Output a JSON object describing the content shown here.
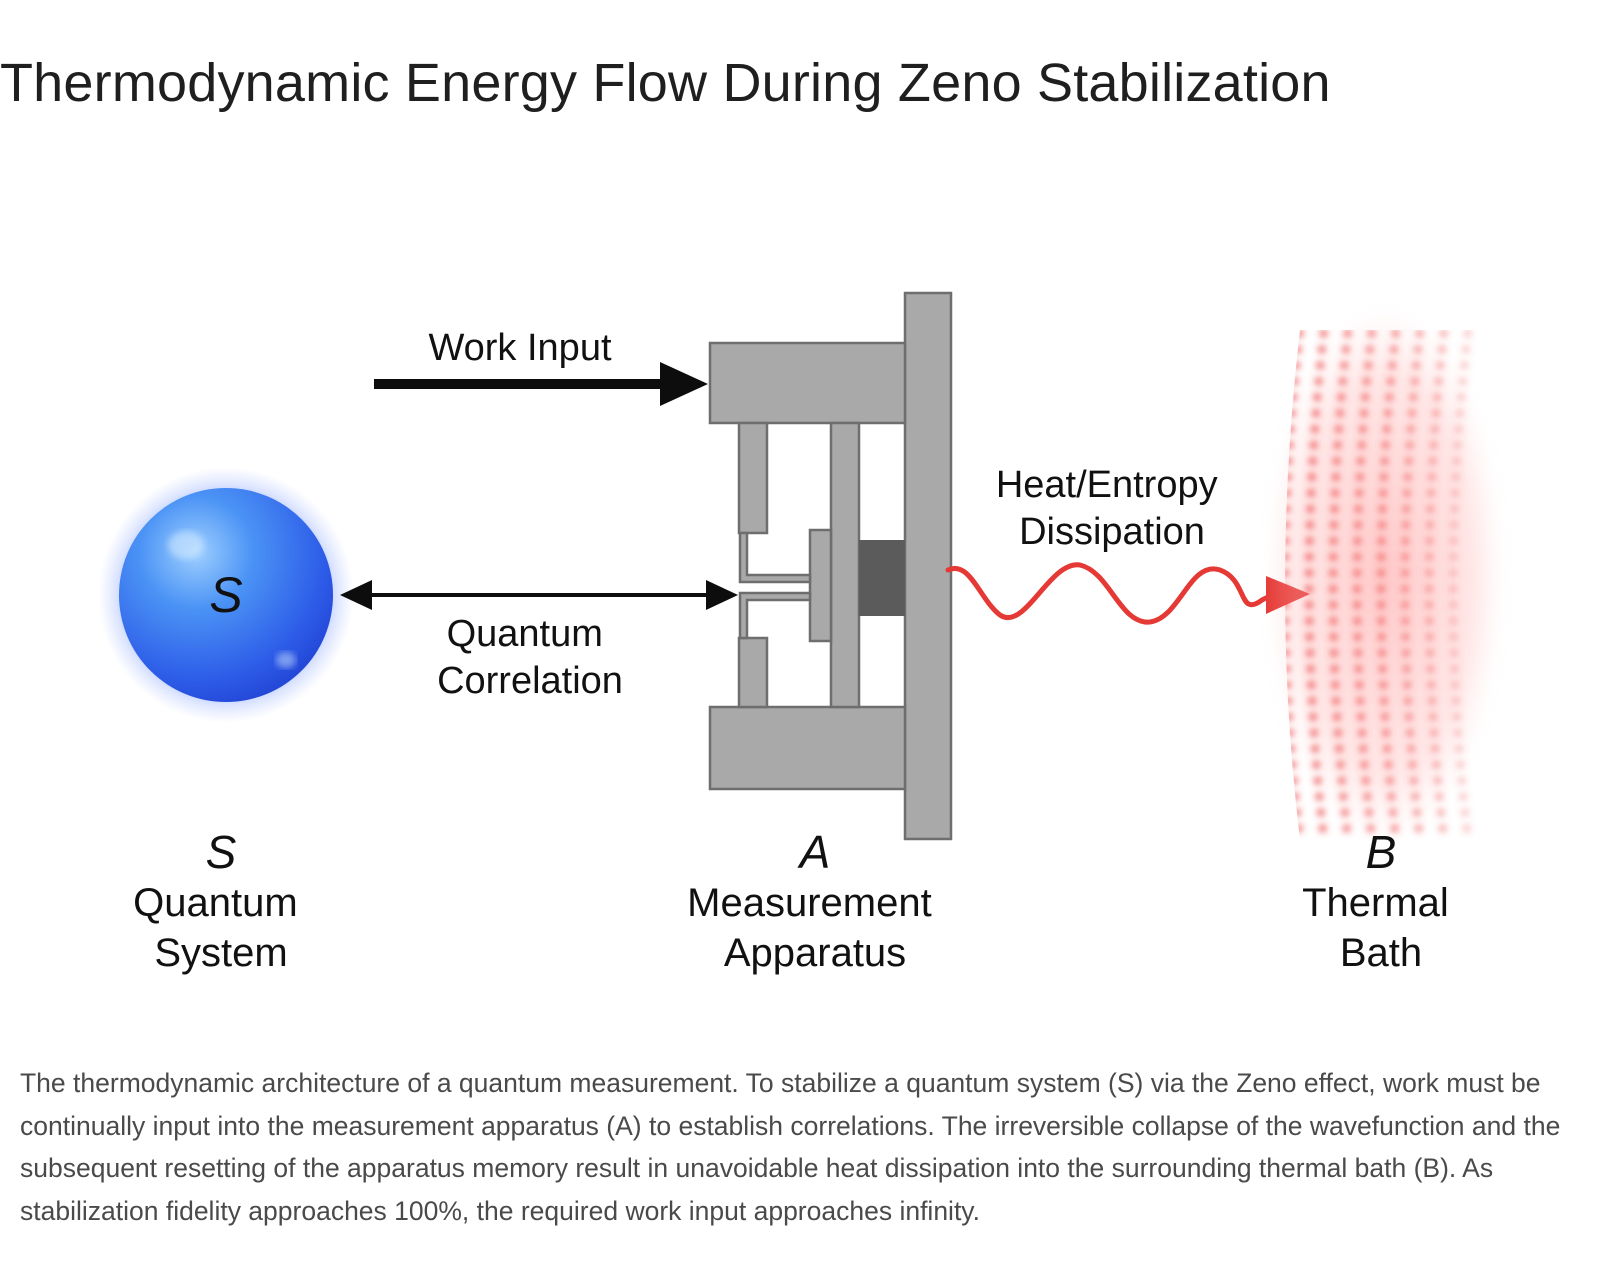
{
  "title": "Thermodynamic Energy Flow During Zeno Stabilization",
  "diagram": {
    "arrows": {
      "work_input": "Work Input",
      "quantum_correlation": [
        "Quantum",
        "Correlation"
      ],
      "heat_dissipation": [
        "Heat/Entropy",
        "Dissipation"
      ]
    },
    "nodes": {
      "system": {
        "symbol": "S",
        "name_lines": [
          "Quantum",
          "System"
        ],
        "color": "#3a6ff0"
      },
      "apparatus": {
        "symbol": "A",
        "name_lines": [
          "Measurement",
          "Apparatus"
        ],
        "color": "#a9a9a9"
      },
      "bath": {
        "symbol": "B",
        "name_lines": [
          "Thermal",
          "Bath"
        ],
        "color": "#f05050"
      }
    }
  },
  "caption": "The thermodynamic architecture of a quantum measurement. To stabilize a quantum system (S) via the Zeno effect, work must be continually input into the measurement apparatus (A) to establish correlations. The irreversible collapse of the wavefunction and the subsequent resetting of the apparatus memory result in unavoidable heat dissipation into the surrounding thermal bath (B). As stabilization fidelity approaches 100%, the required work input approaches infinity."
}
